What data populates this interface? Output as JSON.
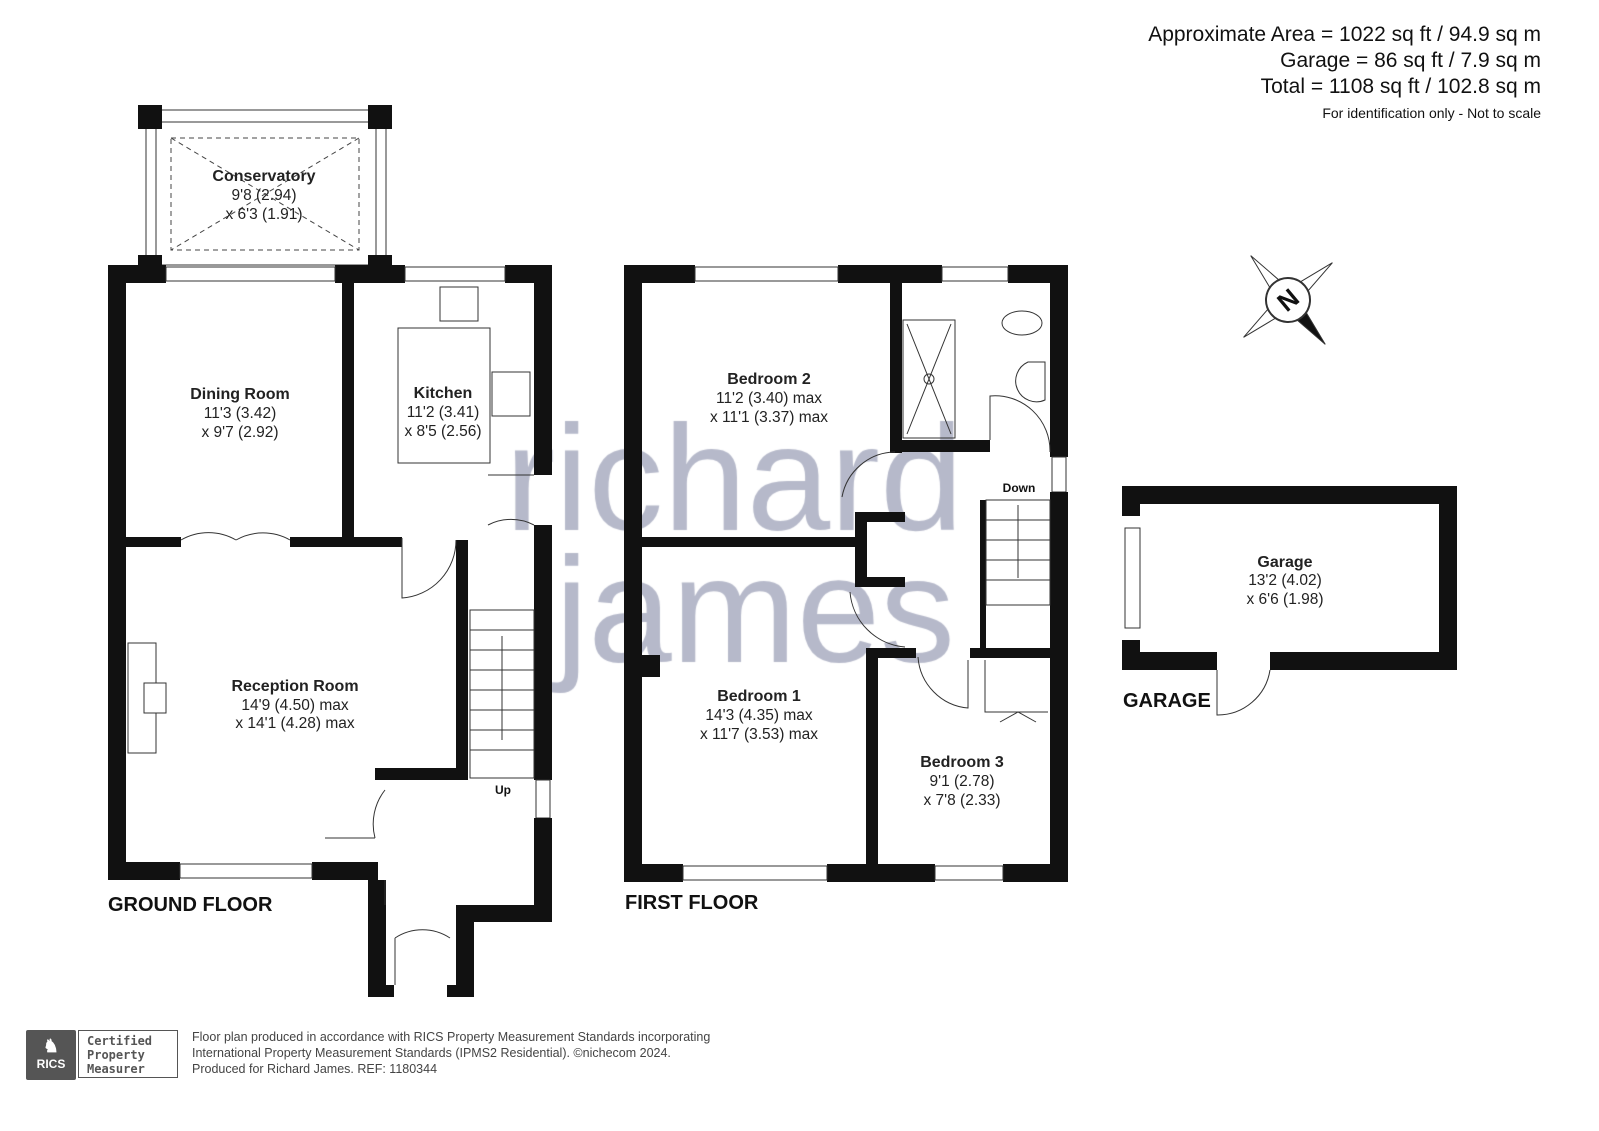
{
  "areas": {
    "approximate": "Approximate Area = 1022 sq ft / 94.9 sq m",
    "garage": "Garage = 86 sq ft / 7.9 sq m",
    "total": "Total = 1108 sq ft / 102.8 sq m",
    "note": "For identification only - Not to scale"
  },
  "watermark": [
    "richard",
    "james"
  ],
  "ground_floor": {
    "label": "GROUND FLOOR",
    "rooms": [
      {
        "name": "Conservatory",
        "dim1": "9'8 (2.94)",
        "dim2": "x 6'3 (1.91)"
      },
      {
        "name": "Dining Room",
        "dim1": "11'3 (3.42)",
        "dim2": "x 9'7 (2.92)"
      },
      {
        "name": "Kitchen",
        "dim1": "11'2 (3.41)",
        "dim2": "x 8'5 (2.56)"
      },
      {
        "name": "Reception Room",
        "dim1": "14'9 (4.50) max",
        "dim2": "x 14'1 (4.28) max"
      }
    ],
    "stairs_label": "Up"
  },
  "first_floor": {
    "label": "FIRST FLOOR",
    "rooms": [
      {
        "name": "Bedroom 2",
        "dim1": "11'2 (3.40) max",
        "dim2": "x 11'1 (3.37) max"
      },
      {
        "name": "Bedroom 1",
        "dim1": "14'3 (4.35) max",
        "dim2": "x 11'7 (3.53) max"
      },
      {
        "name": "Bedroom 3",
        "dim1": "9'1 (2.78)",
        "dim2": "x 7'8 (2.33)"
      }
    ],
    "stairs_label": "Down"
  },
  "garage": {
    "label": "GARAGE",
    "room": {
      "name": "Garage",
      "dim1": "13'2 (4.02)",
      "dim2": "x 6'6 (1.98)"
    }
  },
  "compass": {
    "letter": "N"
  },
  "footer": {
    "badge_logo": "RICS",
    "badge_lines": [
      "Certified",
      "Property",
      "Measurer"
    ],
    "lines": [
      "Floor plan produced in accordance with RICS Property Measurement Standards incorporating",
      "International Property Measurement Standards (IPMS2 Residential).   ©nichecom 2024.",
      "Produced for Richard James.    REF: 1180344"
    ]
  }
}
